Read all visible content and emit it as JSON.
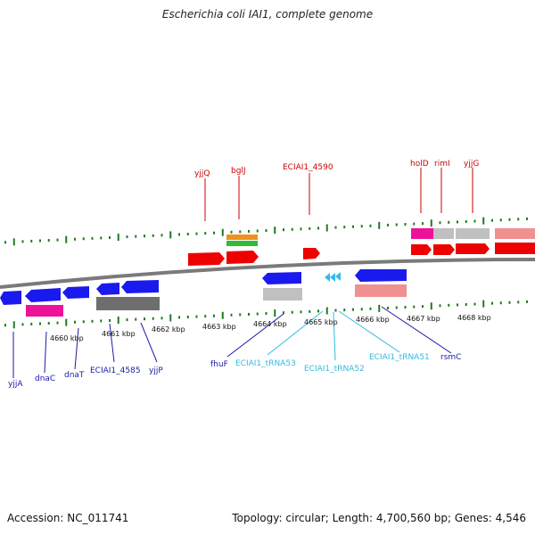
{
  "title": "Escherichia coli IAI1, complete genome",
  "accession_label": "Accession: NC_011741",
  "info_label": "Topology: circular; Length: 4,700,560 bp; Genes: 4,546",
  "colors": {
    "backbone": "#7a7a7a",
    "tick": "#1f7a1f",
    "top_gene_label": "#cc0000",
    "bottom_gene_label": "#1a1aaa",
    "trna_label": "#33bbdd"
  },
  "kbp_ticks": [
    "4660 kbp",
    "4661 kbp",
    "4662 kbp",
    "4663 kbp",
    "4664 kbp",
    "4665 kbp",
    "4666 kbp",
    "4667 kbp",
    "4668 kbp"
  ],
  "top_genes": [
    "yjjQ",
    "bglJ",
    "ECIAI1_4590",
    "holD",
    "rimI",
    "yjjG"
  ],
  "bottom_genes": [
    "yjjA",
    "dnaC",
    "dnaT",
    "ECIAI1_4585",
    "yjjP",
    "fhuF",
    "ECIAI1_tRNA53",
    "ECIAI1_tRNA52",
    "ECIAI1_tRNA51",
    "rsmC"
  ]
}
